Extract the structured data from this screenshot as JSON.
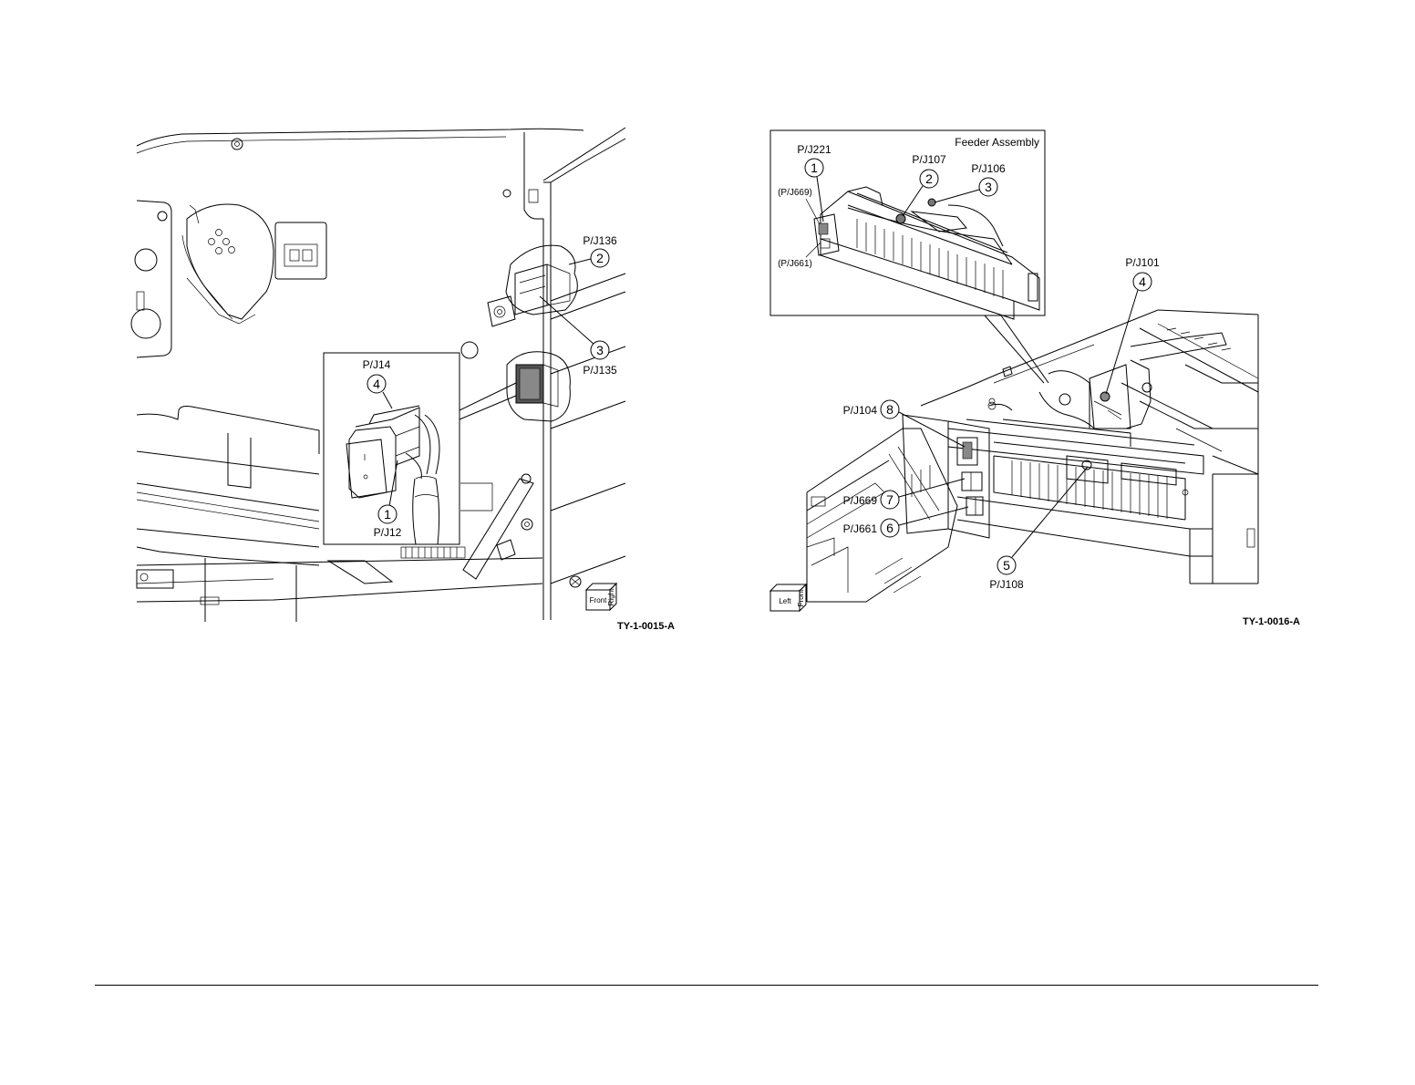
{
  "figures": [
    {
      "id": "TY-1-0015-A",
      "callouts": [
        {
          "num": "1",
          "label": "P/J12"
        },
        {
          "num": "2",
          "label": "P/J136"
        },
        {
          "num": "3",
          "label": "P/J135"
        },
        {
          "num": "4",
          "label": "P/J14"
        }
      ],
      "orientation": {
        "a": "Front",
        "b": "Right"
      }
    },
    {
      "id": "TY-1-0016-A",
      "inset_title": "Feeder Assembly",
      "inset_callouts": [
        {
          "num": "1",
          "label": "P/J221"
        },
        {
          "num": "2",
          "label": "P/J107"
        },
        {
          "num": "3",
          "label": "P/J106"
        }
      ],
      "inset_sublabels": [
        "(P/J669)",
        "(P/J661)"
      ],
      "callouts": [
        {
          "num": "4",
          "label": "P/J101"
        },
        {
          "num": "5",
          "label": "P/J108"
        },
        {
          "num": "6",
          "label": "P/J661"
        },
        {
          "num": "7",
          "label": "P/J669"
        },
        {
          "num": "8",
          "label": "P/J104"
        }
      ],
      "orientation": {
        "a": "Left",
        "b": "Front"
      }
    }
  ]
}
